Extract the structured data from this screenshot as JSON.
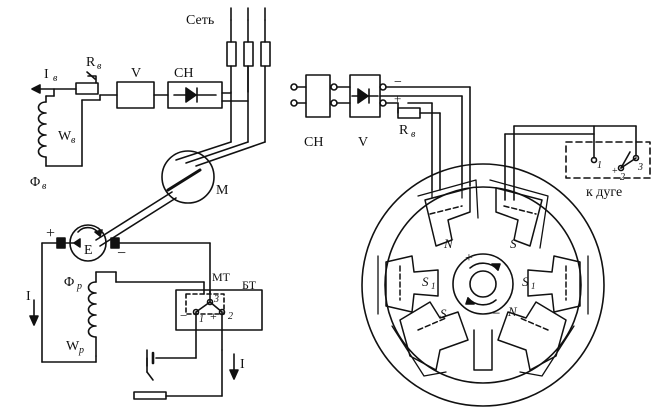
{
  "left_scheme": {
    "network_label": "Сеть",
    "excitation_current_label": "I",
    "excitation_current_sub": "в",
    "excitation_resistor_label": "R",
    "excitation_resistor_sub": "в",
    "excitation_winding_label": "W",
    "excitation_winding_sub": "в",
    "excitation_flux_label": "Φ",
    "excitation_flux_sub": "в",
    "regulator_label": "V",
    "rectifier_label": "СН",
    "motor_label": "М",
    "generator_label": "E",
    "generator_plus": "+",
    "generator_minus": "−",
    "series_flux_label": "Φ",
    "series_flux_sub": "p",
    "series_winding_label": "W",
    "series_winding_sub": "p",
    "weld_current_label_left": "I",
    "weld_current_label_bottom": "I",
    "mt_label": "МТ",
    "bt_label": "БТ",
    "switch_minus": "−",
    "switch_plus": "+",
    "terminal_1": "1",
    "terminal_2": "2",
    "terminal_3": "3"
  },
  "right_scheme": {
    "rectifier_label": "СН",
    "regulator_label": "V",
    "resistor_label": "R",
    "resistor_sub": "в",
    "minus_sign": "−",
    "plus_sign": "+",
    "arc_label": "к дуге",
    "arc_terminal_1": "1",
    "arc_terminal_2": "2",
    "arc_terminal_3": "3",
    "arc_plus": "+",
    "pole_n_left": "N",
    "pole_s_right": "S",
    "pole_s1_left": "S",
    "pole_s1_left_sub": "1",
    "pole_s1_right": "S",
    "pole_s1_right_sub": "1",
    "pole_s_bottom": "S",
    "pole_n_bottom": "N",
    "rotor_plus": "+",
    "rotor_minus": "−"
  }
}
